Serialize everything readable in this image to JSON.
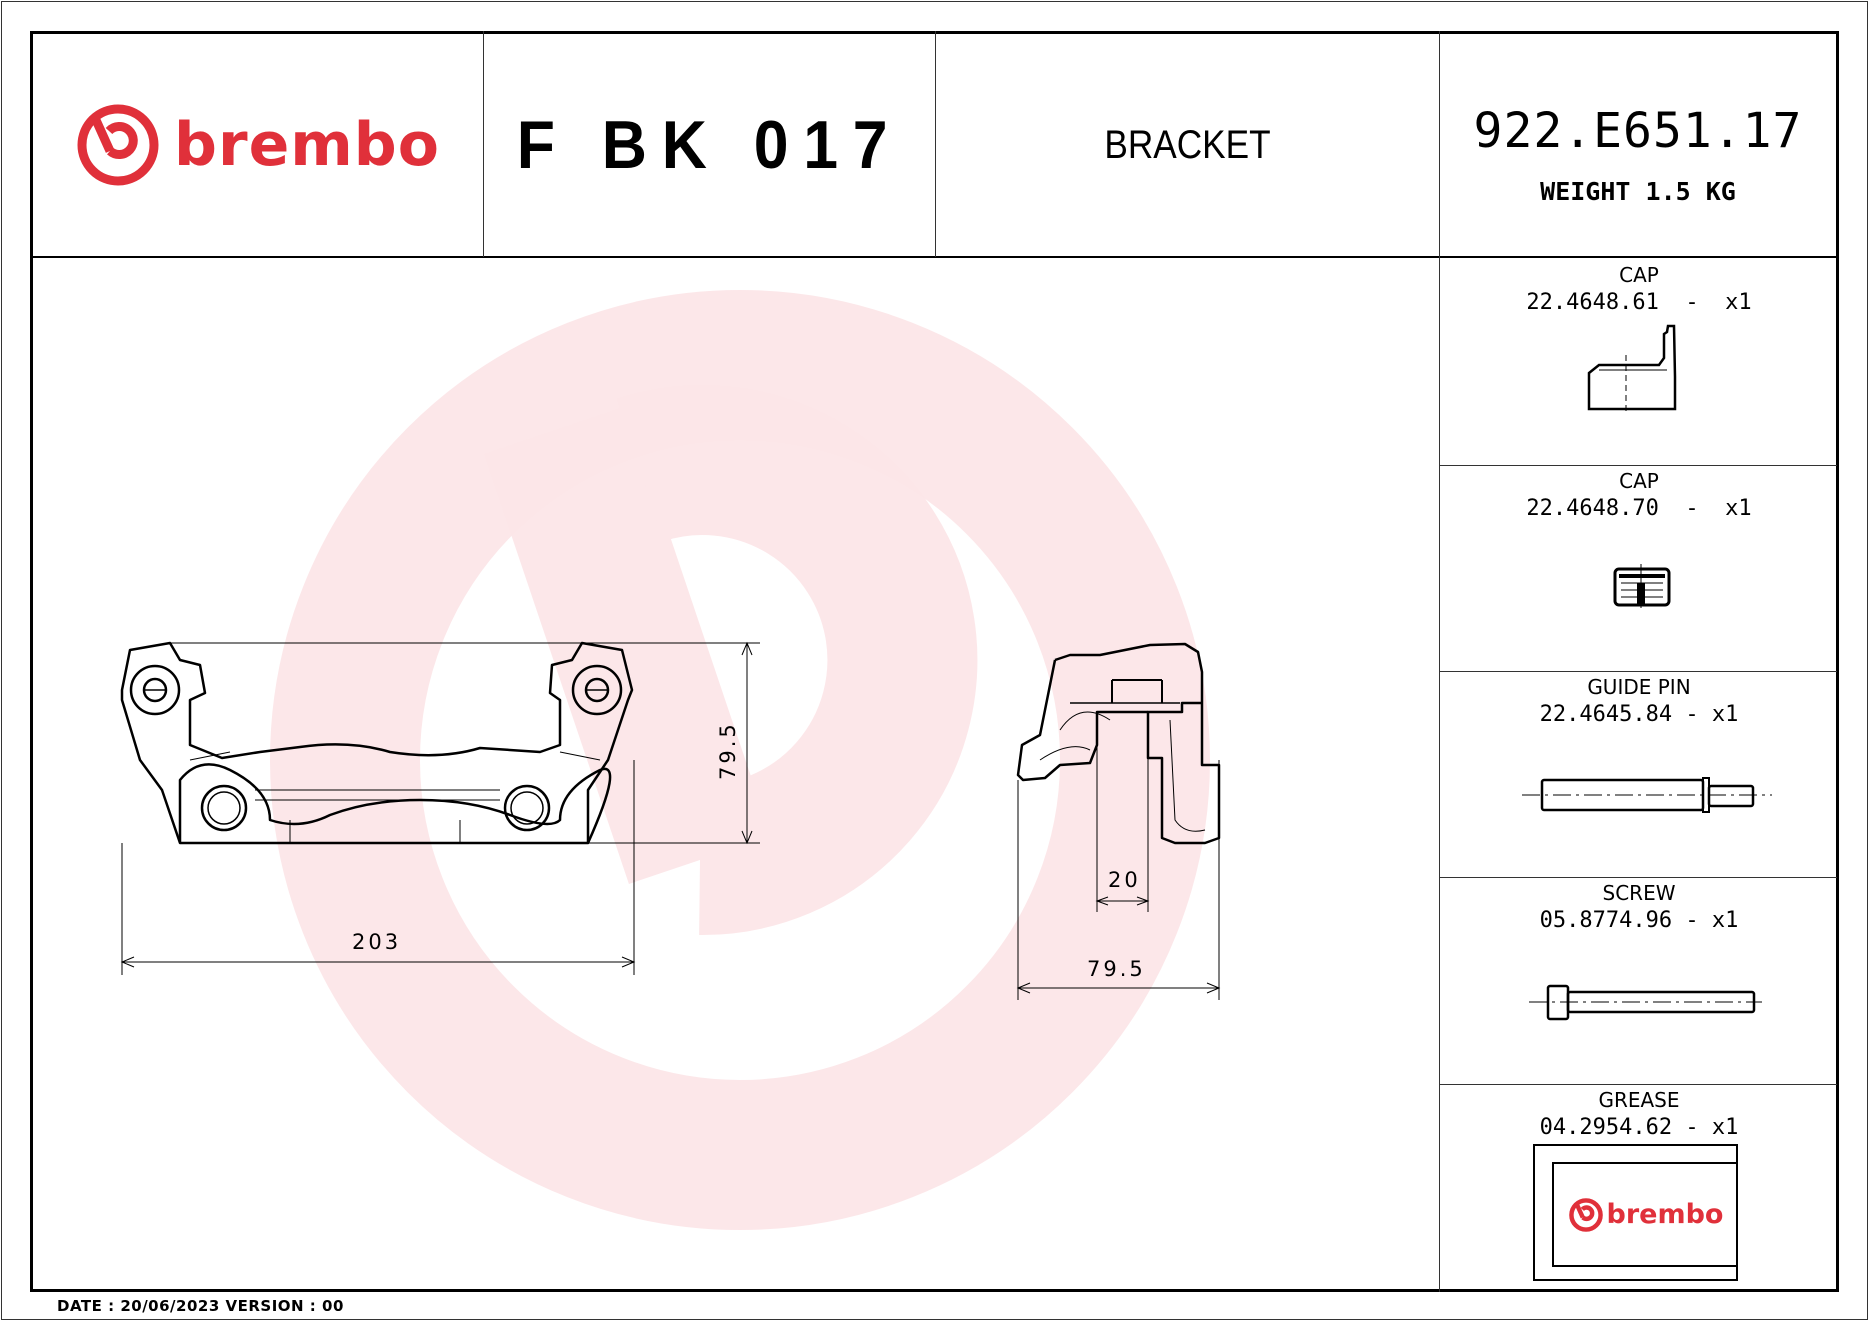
{
  "header": {
    "brand": "brembo",
    "product_code": "F BK 017",
    "product_name": "BRACKET",
    "part_number": "922.E651.17",
    "weight": "WEIGHT 1.5 KG"
  },
  "colors": {
    "brand_red": "#e0303a",
    "watermark": "#fce8e9",
    "line": "#000000"
  },
  "drawing": {
    "front_view": {
      "width_dim": "203",
      "height_dim": "79.5"
    },
    "side_view": {
      "inner_dim": "20",
      "depth_dim": "79.5"
    }
  },
  "kit": [
    {
      "name": "CAP",
      "code": "22.4648.61  -  x1",
      "icon": "cap-angled-icon"
    },
    {
      "name": "CAP",
      "code": "22.4648.70  -  x1",
      "icon": "cap-plug-icon"
    },
    {
      "name": "GUIDE PIN",
      "code": "22.4645.84 - x1",
      "icon": "guide-pin-icon"
    },
    {
      "name": "SCREW",
      "code": "05.8774.96 - x1",
      "icon": "screw-icon"
    },
    {
      "name": "GREASE",
      "code": "04.2954.62 - x1",
      "icon": "grease-pack-icon",
      "label": "brembo"
    }
  ],
  "footer": {
    "text": "DATE : 20/06/2023 VERSION : 00"
  }
}
